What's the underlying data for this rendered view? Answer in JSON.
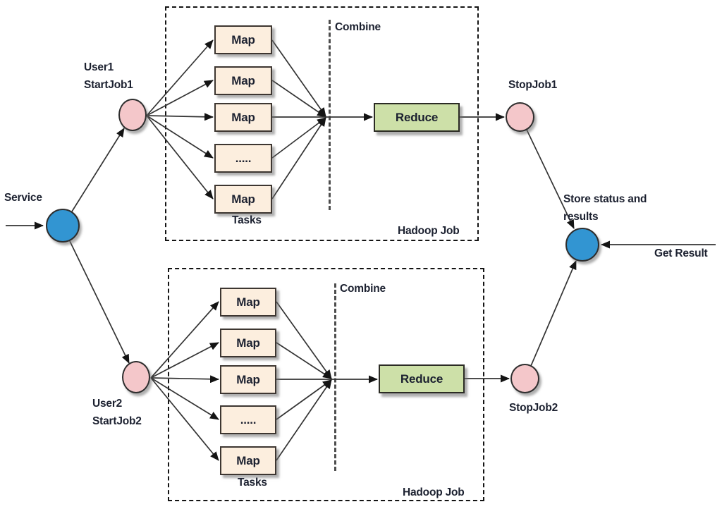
{
  "colors": {
    "blue_fill": "#3295d2",
    "pink_fill": "#f4c7ca",
    "map_fill": "#fceede",
    "reduce_fill": "#cde0a8",
    "ink": "#1c2130"
  },
  "service": {
    "label": "Service"
  },
  "store": {
    "label": "Store status and\nresults"
  },
  "get_result": {
    "label": "Get Result"
  },
  "jobs": [
    {
      "user_label": "User1\nStartJob1",
      "stop_label": "StopJob1",
      "combine_label": "Combine",
      "tasks_label": "Tasks",
      "hadoop_label": "Hadoop Job",
      "reduce_label": "Reduce",
      "maps": [
        "Map",
        "Map",
        "Map",
        ".....",
        "Map"
      ]
    },
    {
      "user_label": "User2\nStartJob2",
      "stop_label": "StopJob2",
      "combine_label": "Combine",
      "tasks_label": "Tasks",
      "hadoop_label": "Hadoop Job",
      "reduce_label": "Reduce",
      "maps": [
        "Map",
        "Map",
        "Map",
        ".....",
        "Map"
      ]
    }
  ]
}
